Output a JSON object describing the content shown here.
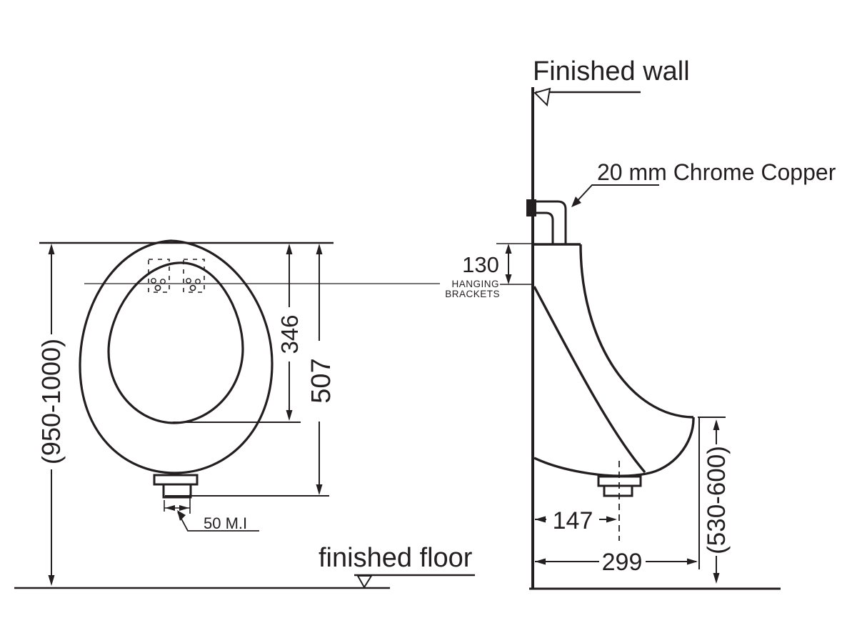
{
  "drawing_type": "urinal installation dimension drawing",
  "labels": {
    "finished_wall": "Finished wall",
    "finished_floor": "finished floor",
    "pipe_note": "20 mm Chrome Copper",
    "hanging_line1": "HANGING",
    "hanging_line2": "BRACKETS"
  },
  "front_view_dimensions": {
    "mounting_height_range_mm": "(950-1000)",
    "rim_opening_height_mm": "346",
    "overall_height_mm": "507",
    "outlet_size": "50 M.I"
  },
  "side_view_dimensions": {
    "bracket_offset_from_top_mm": "130",
    "outlet_centre_from_wall_mm": "147",
    "projection_from_wall_mm": "299",
    "rim_to_floor_range_mm": "(530-600)"
  },
  "colors": {
    "ink": "#231f20",
    "background": "#ffffff"
  }
}
